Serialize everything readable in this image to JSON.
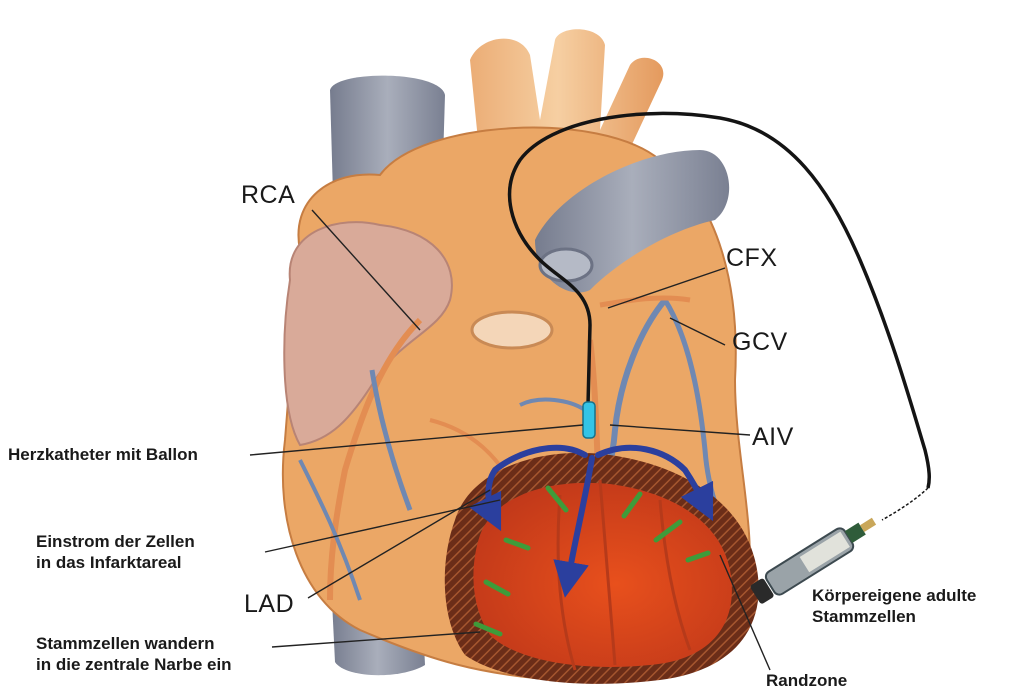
{
  "labels": {
    "rca": "RCA",
    "cfx": "CFX",
    "gcv": "GCV",
    "aiv": "AIV",
    "lad": "LAD",
    "herzkatheter": "Herzkatheter mit Ballon",
    "einstrom_line1": "Einstrom der Zellen",
    "einstrom_line2": "in das Infarktareal",
    "stammzellen_line1": "Stammzellen wandern",
    "stammzellen_line2": "in die zentrale Narbe ein",
    "koerper_line1": "Körpereigene adulte",
    "koerper_line2": "Stammzellen",
    "randzone": "Randzone"
  },
  "colors": {
    "heart_orange": "#eda86a",
    "aorta_orange": "#f0b784",
    "vein_grey": "#8e94a4",
    "vessel_blue": "#6f88b2",
    "infarct_red": "#d94318",
    "border_zone": "#5a2a1a",
    "arrow_blue": "#2b3f9e",
    "cell_green": "#3f9b3a",
    "catheter_black": "#141414",
    "balloon_cyan": "#33c4e6"
  }
}
